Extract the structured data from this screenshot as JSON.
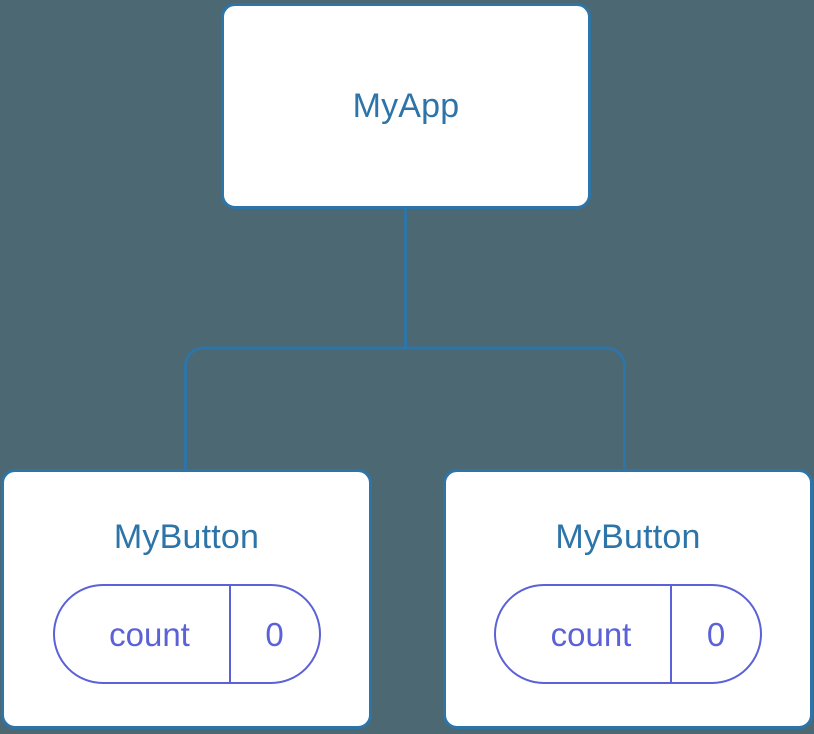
{
  "diagram": {
    "type": "component-tree",
    "background_color": "#4c6873",
    "node_border_color": "#2d74a8",
    "node_fill_color": "#ffffff",
    "node_label_color": "#2d74a8",
    "edge_color": "#2d74a8",
    "pill_stroke_color": "#5b61d6",
    "pill_text_color": "#5b61d6",
    "root": {
      "label": "MyApp"
    },
    "children": [
      {
        "label": "MyButton",
        "state": {
          "key": "count",
          "value": "0"
        }
      },
      {
        "label": "MyButton",
        "state": {
          "key": "count",
          "value": "0"
        }
      }
    ],
    "edges": [
      {
        "from": "MyApp",
        "to": "MyButton-left"
      },
      {
        "from": "MyApp",
        "to": "MyButton-right"
      }
    ]
  }
}
